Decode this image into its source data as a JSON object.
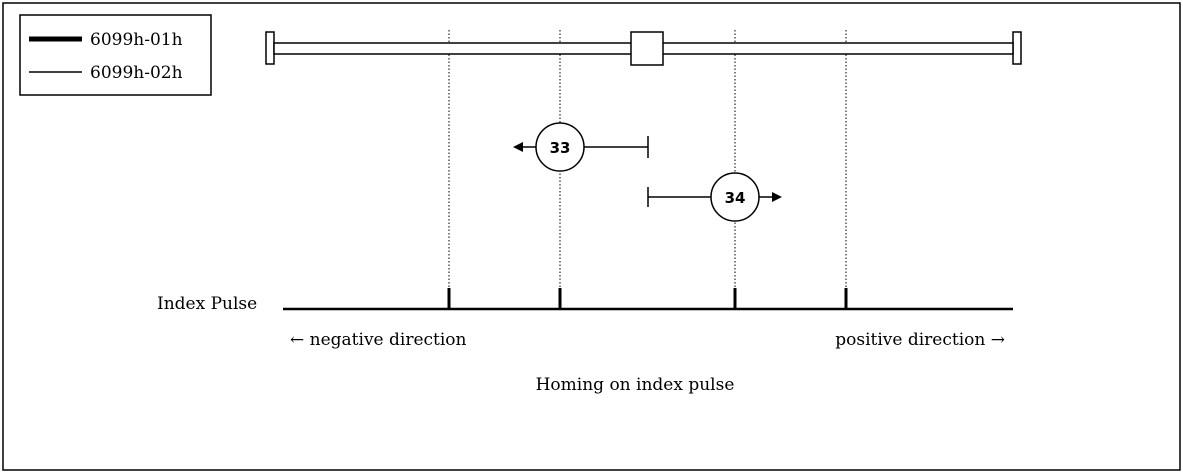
{
  "legend": {
    "items": [
      {
        "label": "6099h-01h",
        "style": "thick"
      },
      {
        "label": "6099h-02h",
        "style": "thin"
      }
    ]
  },
  "markers": [
    {
      "label": "33",
      "direction": "left"
    },
    {
      "label": "34",
      "direction": "right"
    }
  ],
  "index_pulse_label": "Index Pulse",
  "negative_direction": "← negative direction",
  "positive_direction": "positive direction →",
  "caption": "Homing on index pulse",
  "colors": {
    "stroke": "#000000",
    "background": "#ffffff"
  }
}
